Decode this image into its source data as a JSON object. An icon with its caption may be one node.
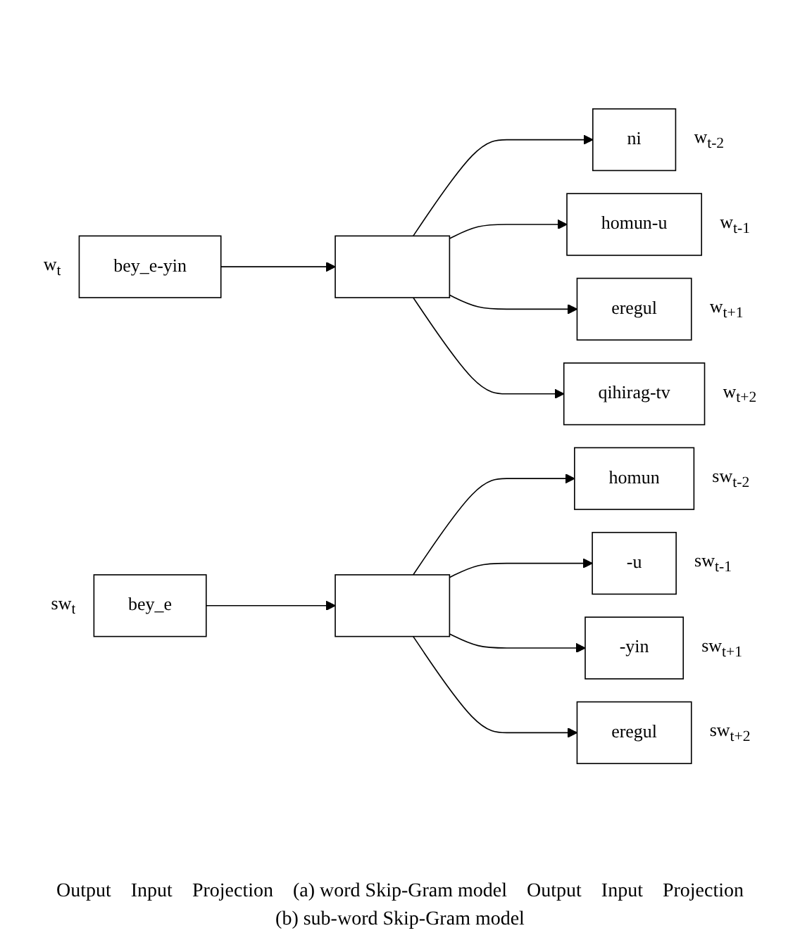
{
  "diagram": {
    "nodes": [
      {
        "text": [
          "bey_e-yin"
        ],
        "beside": [
          "w$_{t}$"
        ]
      },
      {
        "text": [],
        "shape": "box"
      },
      {
        "text": [
          "ni"
        ],
        "beside": [
          "w$_{t-2}$"
        ]
      },
      {
        "text": [
          "homun-u"
        ],
        "beside": [
          "w$_{t-1}$"
        ]
      },
      {
        "text": [
          "eregul"
        ],
        "beside": [
          "w$_{t+1}$"
        ]
      },
      {
        "text": [
          "qihirag-tv"
        ],
        "beside": [
          "w$_{t+2}$"
        ]
      },
      {
        "text": [
          "bey_e"
        ],
        "beside": [
          "sw$_{t}$"
        ]
      },
      {
        "text": [],
        "shape": "box"
      },
      {
        "text": [
          "homun"
        ],
        "beside": [
          "sw$_{t-2}$"
        ]
      },
      {
        "text": [
          "-u"
        ],
        "beside": [
          "sw$_{t-1}$"
        ]
      },
      {
        "text": [
          "-yin"
        ],
        "beside": [
          "sw$_{t+1}$"
        ]
      },
      {
        "text": [
          "eregul"
        ],
        "beside": [
          "sw$_{t+2}$"
        ]
      }
    ],
    "edges": [
      {
        "from": 0,
        "to": 1,
        "arrow": "to"
      },
      {
        "from": 1,
        "to": 2,
        "arrow": "to"
      },
      {
        "from": 1,
        "to": 3,
        "arrow": "to"
      },
      {
        "from": 1,
        "to": 4,
        "arrow": "to"
      },
      {
        "from": 1,
        "to": 5,
        "arrow": "to"
      },
      {
        "from": 6,
        "to": 7,
        "arrow": "to"
      },
      {
        "from": 7,
        "to": 8,
        "arrow": "to"
      },
      {
        "from": 7,
        "to": 9,
        "arrow": "to"
      },
      {
        "from": 7,
        "to": 10,
        "arrow": "to"
      },
      {
        "from": 7,
        "to": 11,
        "arrow": "to"
      }
    ],
    "labels": [
      "Output",
      "Input",
      "Projection",
      "(a) word Skip-Gram model",
      "Output",
      "Input",
      "Projection",
      "(b) sub-word Skip-Gram model"
    ]
  }
}
